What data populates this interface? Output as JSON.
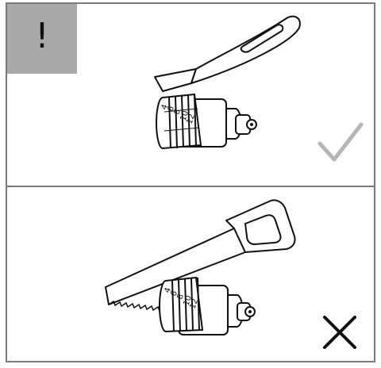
{
  "warning": {
    "symbol": "!"
  },
  "panels": [
    {
      "label": "knife-cut",
      "dial_numbers": [
        "4",
        "6",
        "8",
        "10",
        "12"
      ],
      "verdict": "check-icon",
      "verdict_color": "#b5b5b5"
    },
    {
      "label": "saw-cut",
      "dial_numbers": [
        "4",
        "6",
        "8",
        "10",
        "12"
      ],
      "verdict": "cross-icon",
      "verdict_color": "#111111"
    }
  ]
}
